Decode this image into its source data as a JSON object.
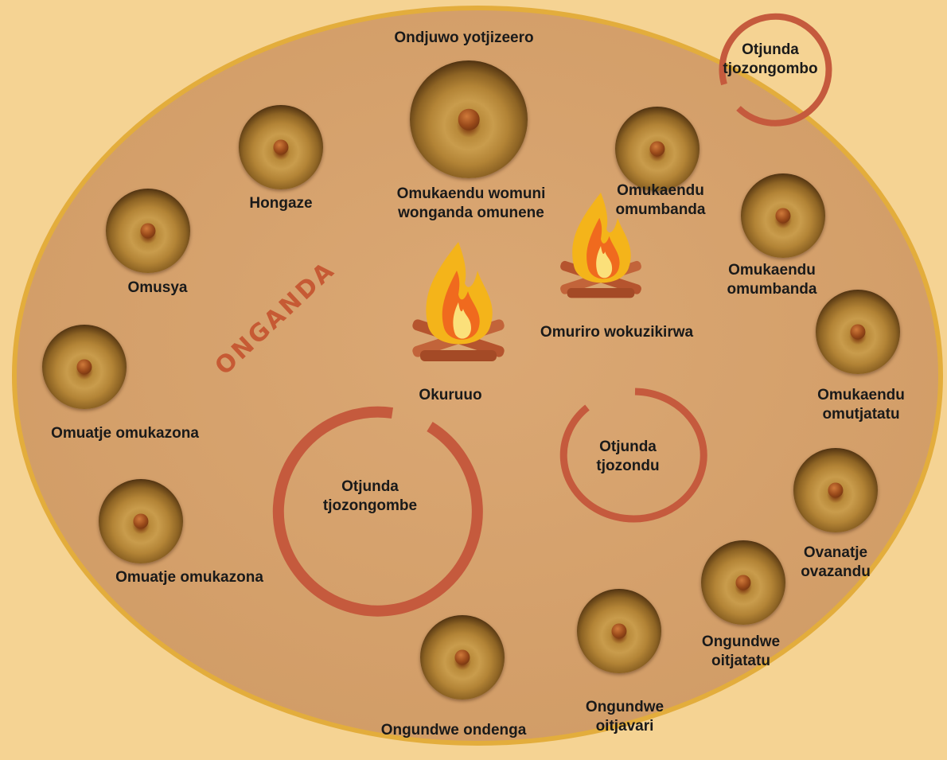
{
  "title": "ONGANDA",
  "huts": [
    {
      "key": "main",
      "label": "Ondjuwo yotjizeero"
    },
    {
      "key": "hongaze",
      "label": "Hongaze"
    },
    {
      "key": "omusya",
      "label": "Omusya"
    },
    {
      "key": "omuatje1",
      "label": "Omuatje omukazona"
    },
    {
      "key": "omuatje2",
      "label": "Omuatje omukazona"
    },
    {
      "key": "omukaendu1",
      "label": "Omukaendu\nomumbanda"
    },
    {
      "key": "omukaendu2",
      "label": "Omukaendu\nomumbanda"
    },
    {
      "key": "omukaendu3",
      "label": "Omukaendu\nomutjatatu"
    },
    {
      "key": "ovanatje",
      "label": "Ovanatje\novazandu"
    },
    {
      "key": "ongundwe3",
      "label": "Ongundwe\noitjatatu"
    },
    {
      "key": "ongundwe2",
      "label": "Ongundwe\noitjavari"
    },
    {
      "key": "ongundwe1",
      "label": "Ongundwe ondenga"
    }
  ],
  "labels": {
    "omukaendu_womuni": "Omukaendu womuni\nwonganda omunene",
    "omuriro": "Omuriro wokuzikirwa",
    "okuruuo": "Okuruuo"
  },
  "kraals": {
    "tjozongombe": "Otjunda\ntjozongombe",
    "tjozondu": "Otjunda\ntjozondu",
    "tjozongombo": "Otjunda\ntjozongombo"
  },
  "colors": {
    "background": "#f5d393",
    "ground": "#d7a46e",
    "ground_border": "#e3ad3c",
    "kraal": "#c55a3d",
    "title": "#c65a34"
  }
}
